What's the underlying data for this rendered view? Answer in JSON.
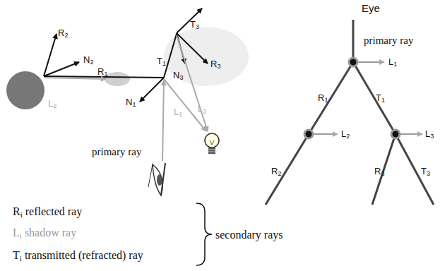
{
  "diagram": {
    "labels": [
      "R2",
      "N2",
      "R1",
      "L2",
      "T1",
      "T3",
      "N3",
      "R3",
      "N1",
      "L1",
      "L3",
      "primary ray",
      "Ri reflected ray",
      "Li shadow ray",
      "Ti transmitted (refracted) ray",
      "secondary rays",
      "Eye",
      "primary ray",
      "L1",
      "R1",
      "T1",
      "L2",
      "L3",
      "R2",
      "R3",
      "T3"
    ]
  }
}
